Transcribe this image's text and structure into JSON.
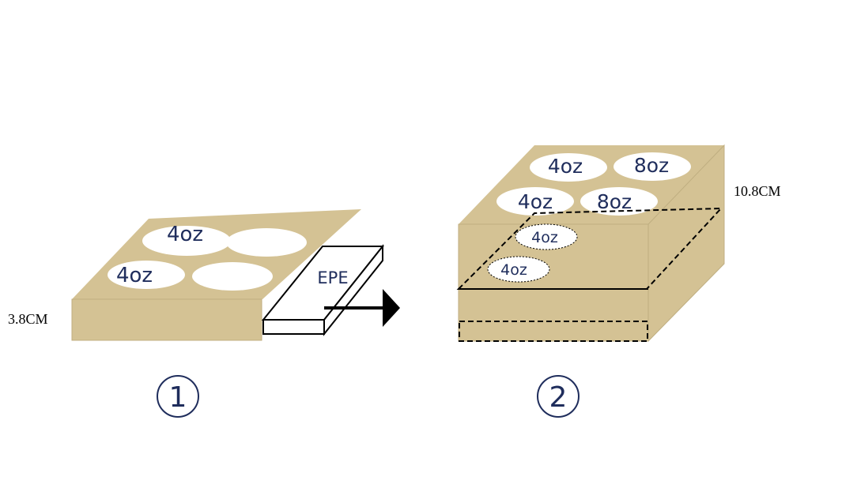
{
  "colors": {
    "box": "#d4c294",
    "box_edge": "#bfae80",
    "hole": "#ffffff",
    "text_dark": "#1f2d5c",
    "ink": "#000000"
  },
  "figure1": {
    "holes": [
      "4oz",
      "",
      "4oz",
      ""
    ],
    "height_label": "3.8CM",
    "insert_label": "EPE",
    "step_number": "1"
  },
  "figure2": {
    "top_holes": [
      "4oz",
      "8oz",
      "4oz",
      "8oz"
    ],
    "inner_holes": [
      "4oz",
      "4oz"
    ],
    "height_label": "10.8CM",
    "step_number": "2"
  }
}
